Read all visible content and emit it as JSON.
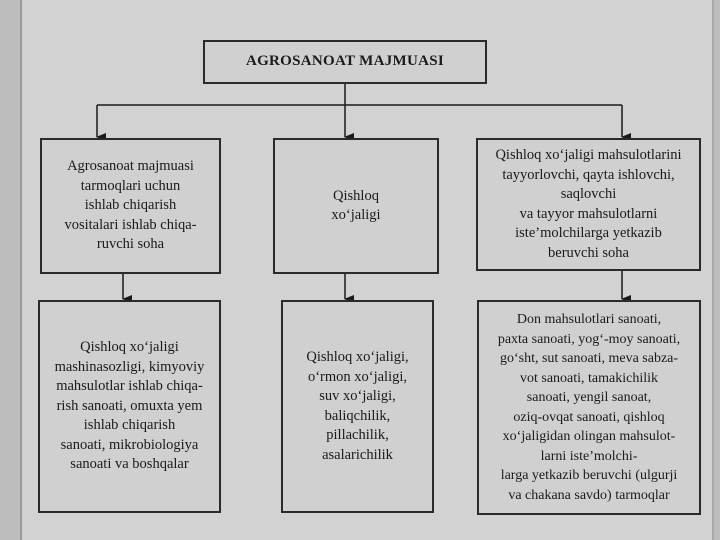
{
  "title": "AGROSANOAT MAJMUASI",
  "top_row": [
    {
      "lines": [
        "Agrosanoat majmuasi",
        "tarmoqlari uchun",
        "ishlab chiqarish",
        "vositalari ishlab chiqa-",
        "ruvchi soha"
      ]
    },
    {
      "lines": [
        "Qishloq",
        "xo‘jaligi"
      ]
    },
    {
      "lines": [
        "Qishloq xo‘jaligi mahsulotlarini",
        "tayyorlovchi, qayta ishlovchi,",
        "saqlovchi",
        "va tayyor mahsulotlarni",
        "iste’molchilarga yetkazib",
        "beruvchi soha"
      ]
    }
  ],
  "bottom_row": [
    {
      "lines": [
        "Qishloq xo‘jaligi",
        "mashinasozligi, kimyoviy",
        "mahsulotlar ishlab chiqa-",
        "rish sanoati, omuxta yem",
        "ishlab chiqarish",
        "sanoati, mikrobiologiya",
        "sanoati va boshqalar"
      ]
    },
    {
      "lines": [
        "Qishloq xo‘jaligi,",
        "o‘rmon xo‘jaligi,",
        "suv xo‘jaligi,",
        "baliqchilik,",
        "pillachilik,",
        "asalarichilik"
      ]
    },
    {
      "lines": [
        "Don mahsulotlari sanoati,",
        "paxta sanoati, yog‘-moy sanoati,",
        "go‘sht, sut sanoati, meva sabza-",
        "vot sanoati, tamakichilik",
        "sanoati, yengil sanoat,",
        "oziq-ovqat sanoati, qishloq",
        "xo‘jaligidan olingan mahsulot-",
        "larni iste’molchi-",
        "larga yetkazib beruvchi (ulgurji",
        "va chakana savdo) tarmoqlar"
      ]
    }
  ]
}
